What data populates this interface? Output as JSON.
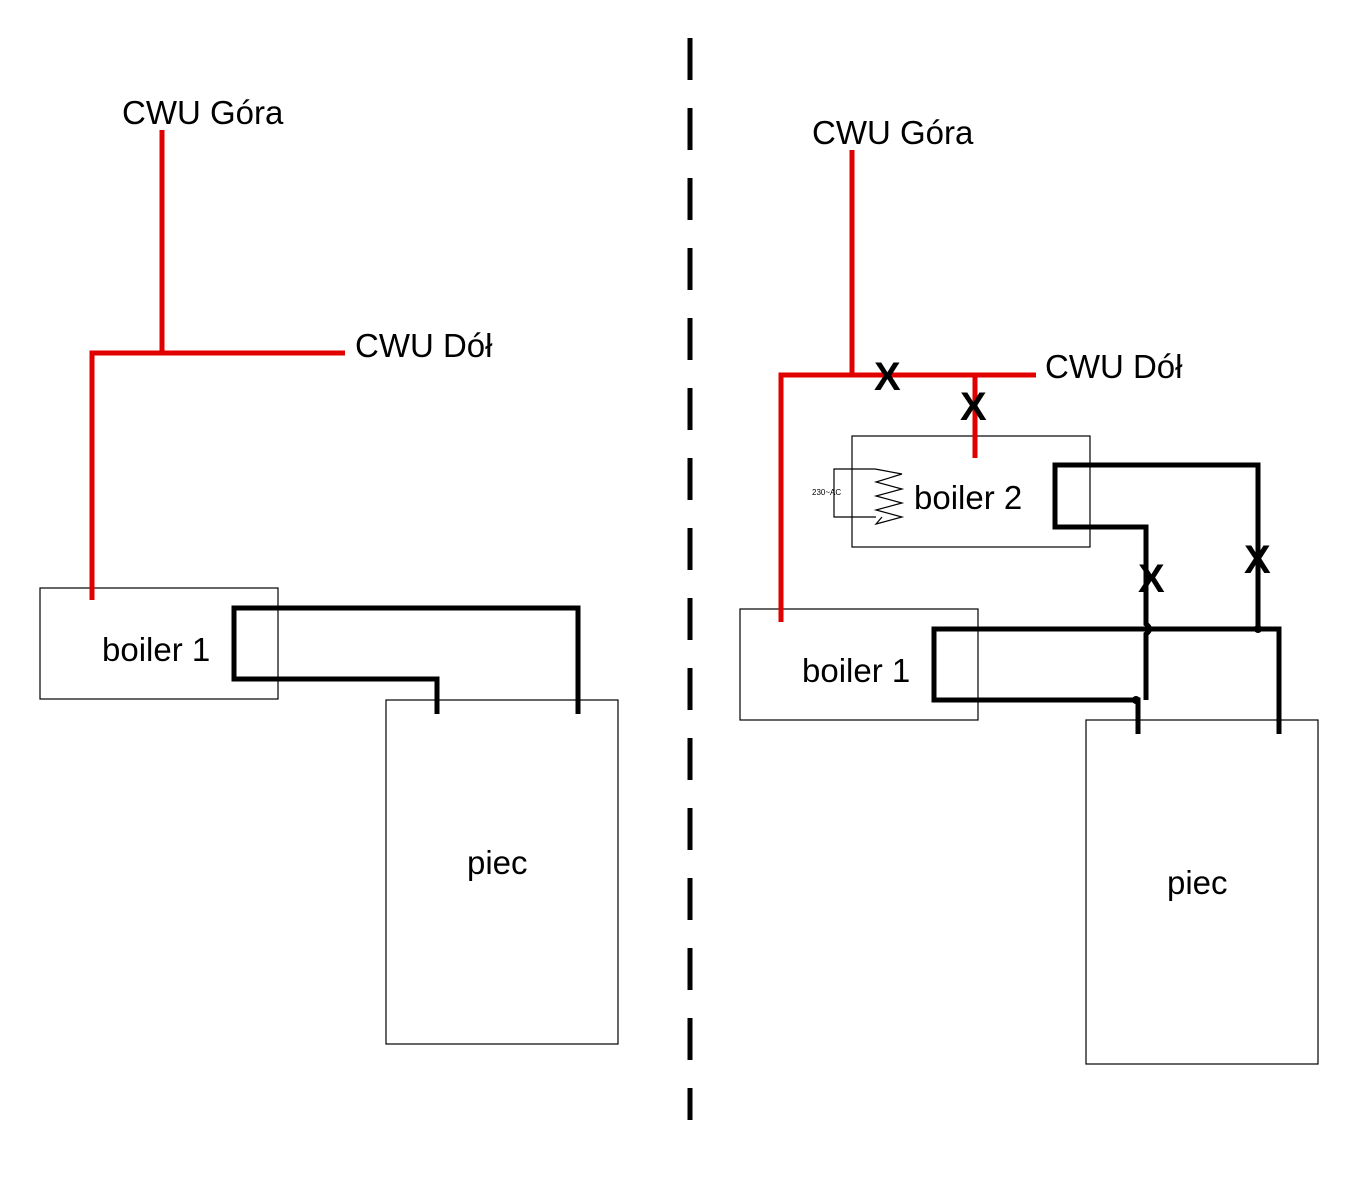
{
  "left": {
    "top_label": "CWU Góra",
    "bottom_label": "CWU Dół",
    "boiler1_label": "boiler 1",
    "furnace_label": "piec"
  },
  "right": {
    "top_label": "CWU Góra",
    "bottom_label": "CWU Dół",
    "boiler1_label": "boiler 1",
    "boiler2_label": "boiler 2",
    "heater_label": "230~AC",
    "furnace_label": "piec",
    "valve_mark": "X"
  },
  "colors": {
    "hot_water_pipe": "#e00000",
    "heating_pipe": "#000000"
  }
}
